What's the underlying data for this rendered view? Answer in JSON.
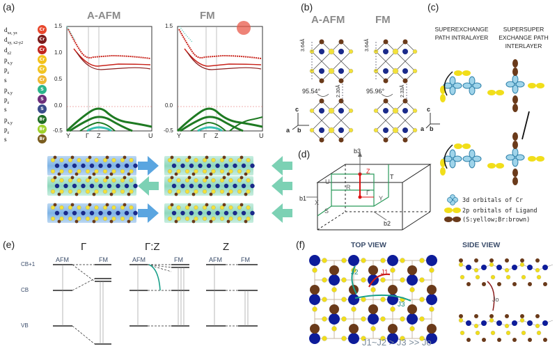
{
  "panels": {
    "a": "(a)",
    "b": "(b)",
    "c": "(c)",
    "d": "(d)",
    "e": "(e)",
    "f": "(f)"
  },
  "panel_a": {
    "titles": [
      "A-AFM",
      "FM"
    ],
    "orbital_legend": [
      {
        "orb": "d",
        "sub": "xz, yz",
        "atom": "Cr",
        "color": "#e8472c"
      },
      {
        "orb": "d",
        "sub": "xy, x2-y2",
        "atom": "Cr",
        "color": "#7a1a1a"
      },
      {
        "orb": "d",
        "sub": "z2",
        "atom": "Cr",
        "color": "#c0261e"
      },
      {
        "orb": "p",
        "sub": "x,y",
        "atom": "Cr",
        "color": "#f3c21a"
      },
      {
        "orb": "p",
        "sub": "z",
        "atom": "Cr",
        "color": "#f1c522"
      },
      {
        "orb": "s",
        "sub": "",
        "atom": "Cr",
        "color": "#f0b833"
      },
      {
        "orb": "p",
        "sub": "x,y",
        "atom": "S",
        "color": "#2bb58a"
      },
      {
        "orb": "p",
        "sub": "z",
        "atom": "S",
        "color": "#6d2f7a"
      },
      {
        "orb": "s",
        "sub": "",
        "atom": "S",
        "color": "#3a4c8a"
      },
      {
        "orb": "p",
        "sub": "x,y",
        "atom": "Br",
        "color": "#1f6e24"
      },
      {
        "orb": "p",
        "sub": "z",
        "atom": "Br",
        "color": "#9fd12a"
      },
      {
        "orb": "s",
        "sub": "",
        "atom": "Br",
        "color": "#7a5d1f"
      }
    ],
    "yticks": [
      "1.5",
      "1.0",
      "0.5",
      "0.0",
      "-0.5"
    ],
    "kpoints_left": [
      "Y",
      "Γ",
      "Z",
      "U"
    ],
    "kpoints_right": [
      "Y",
      "Γ",
      "Z",
      "U"
    ]
  },
  "panel_b": {
    "titles": [
      "A-AFM",
      "FM"
    ],
    "dist1_afm": "3.64Å",
    "dist2_afm": "2.30Å",
    "angle_afm": "95.54°",
    "dist1_fm": "3.64Å",
    "dist2_fm": "2.33Å",
    "angle_fm": "95.96°",
    "axes": [
      "c",
      "a",
      "b"
    ]
  },
  "panel_c": {
    "title1": "SUPEREXCHANGE PATH INTRALAYER",
    "title2": "SUPERSUPER EXCHANGE PATH INTERLAYER",
    "legend": [
      "3d orbitals of Cr",
      "2p orbitals of Ligand",
      "(S:yellow;Br:brown)"
    ],
    "axes": [
      "c",
      "a",
      "b"
    ]
  },
  "panel_d": {
    "labels": [
      "b3",
      "Z",
      "T",
      "U",
      "R",
      "Γ",
      "X",
      "Y",
      "S",
      "b1",
      "b2"
    ]
  },
  "panel_e": {
    "groups": [
      "Γ",
      "Γ:Z",
      "Z"
    ],
    "col_labels": [
      "AFM",
      "FM"
    ],
    "levels": [
      "CB+1",
      "CB",
      "VB"
    ]
  },
  "panel_f": {
    "top_view": "TOP VIEW",
    "side_view": "SIDE VIEW",
    "j_labels": [
      "J2",
      "J1",
      "J3",
      "Jo"
    ],
    "relation": "J1~J2 > J3 >> Jo"
  }
}
